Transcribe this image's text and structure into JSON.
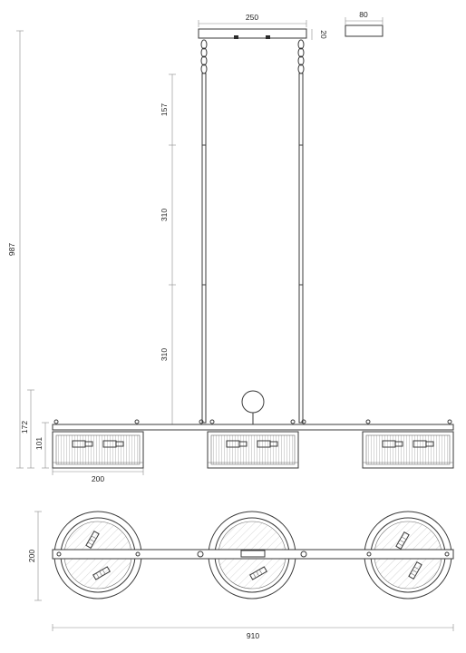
{
  "dimensions": {
    "canopy_width": "250",
    "canopy_height": "20",
    "canopy_depth": "80",
    "total_height": "987",
    "chain_segment_top": "157",
    "rod_segment_middle": "310",
    "rod_segment_lower": "310",
    "fixture_height": "172",
    "shade_height": "101",
    "shade_diameter": "200",
    "plan_depth": "200",
    "total_length": "910"
  }
}
